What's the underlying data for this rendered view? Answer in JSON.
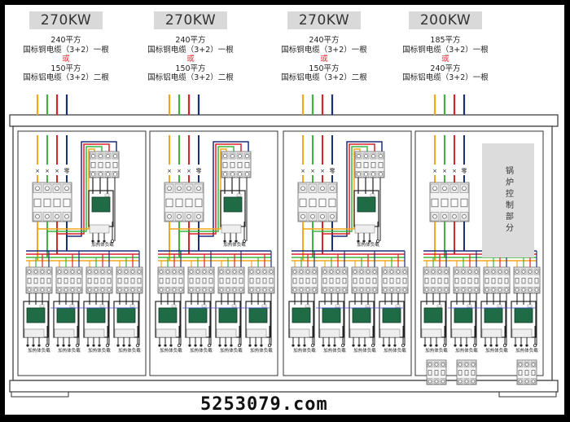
{
  "feeds": [
    {
      "power": "270KW",
      "line1_size": "240平方",
      "line1_cable": "国标铜电缆（3+2）一根",
      "or": "或",
      "line2_size": "150平方",
      "line2_cable": "国标铝电缆（3+2）二根"
    },
    {
      "power": "270KW",
      "line1_size": "240平方",
      "line1_cable": "国标铜电缆（3+2）一根",
      "or": "或",
      "line2_size": "150平方",
      "line2_cable": "国标铝电缆（3+2）二根"
    },
    {
      "power": "270KW",
      "line1_size": "240平方",
      "line1_cable": "国标铜电缆（3+2）一根",
      "or": "或",
      "line2_size": "150平方",
      "line2_cable": "国标铝电缆（3+2）二根"
    },
    {
      "power": "200KW",
      "line1_size": "185平方",
      "line1_cable": "国标铜电缆（3+2）一根",
      "or": "或",
      "line2_size": "240平方",
      "line2_cable": "国标铝电缆（3+2）一根"
    }
  ],
  "phase_marks": [
    "×",
    "×",
    "×",
    "零"
  ],
  "load_label": "加热体负载",
  "boiler_control_label": "锅炉控制部分",
  "watermark": "5253079.com",
  "wire_colors": {
    "L1": "#f2a81d",
    "L2": "#3cb53c",
    "L3": "#d8232a",
    "N": "#1a2f7a"
  }
}
